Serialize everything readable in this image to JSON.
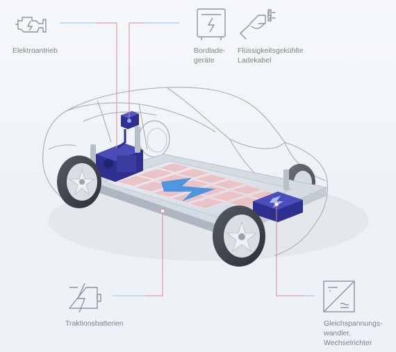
{
  "labels": {
    "motor": "Elektroantrieb",
    "charger_line1": "Bordlade-",
    "charger_line2": "geräte",
    "cable_line1": "Flüssigkeitsgekühlte",
    "cable_line2": "Ladekabel",
    "battery": "Traktionsbatterien",
    "converter_line1": "Gleichspannungs-",
    "converter_line2": "wandler,",
    "converter_line3": "Wechselrichter"
  },
  "colors": {
    "outline": "#9aa3ad",
    "leader_red": "#d98a8f",
    "leader_blue": "#8fc3e6",
    "component_navy": "#2e2f8f",
    "bolt_blue": "#3f8fe0",
    "battery_pink": "#e9c3c7",
    "chassis": "#cfd6de",
    "tire": "#3c4148"
  },
  "icons": [
    "engine-icon",
    "onboard-charger-icon",
    "charging-plug-icon",
    "battery-icon",
    "converter-icon"
  ]
}
